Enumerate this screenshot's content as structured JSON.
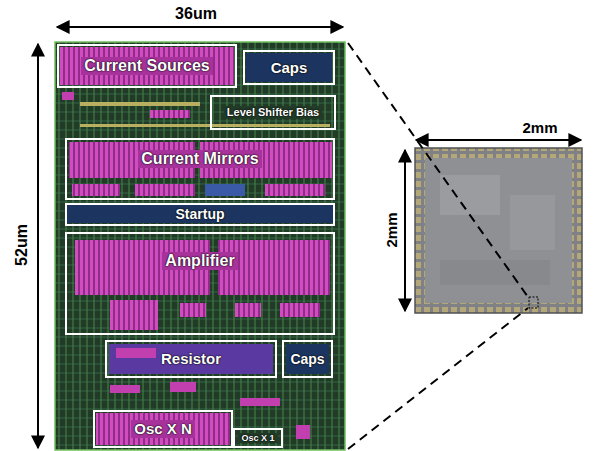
{
  "diagram": {
    "nodes": [
      {
        "text": [
          "Current Sources"
        ]
      },
      {
        "text": [
          "Caps"
        ]
      },
      {
        "text": [
          "Level Shifter Bias"
        ]
      },
      {
        "text": [
          "Current Mirrors"
        ]
      },
      {
        "text": [
          "Startup"
        ]
      },
      {
        "text": [
          "Amplifier"
        ]
      },
      {
        "text": [
          "Resistor"
        ]
      },
      {
        "text": [
          "Caps"
        ]
      },
      {
        "text": [
          "Osc X N"
        ]
      },
      {
        "text": [
          "Osc X 1"
        ]
      }
    ],
    "labels": [
      "36um",
      "52um",
      "2mm",
      "2mm"
    ]
  }
}
